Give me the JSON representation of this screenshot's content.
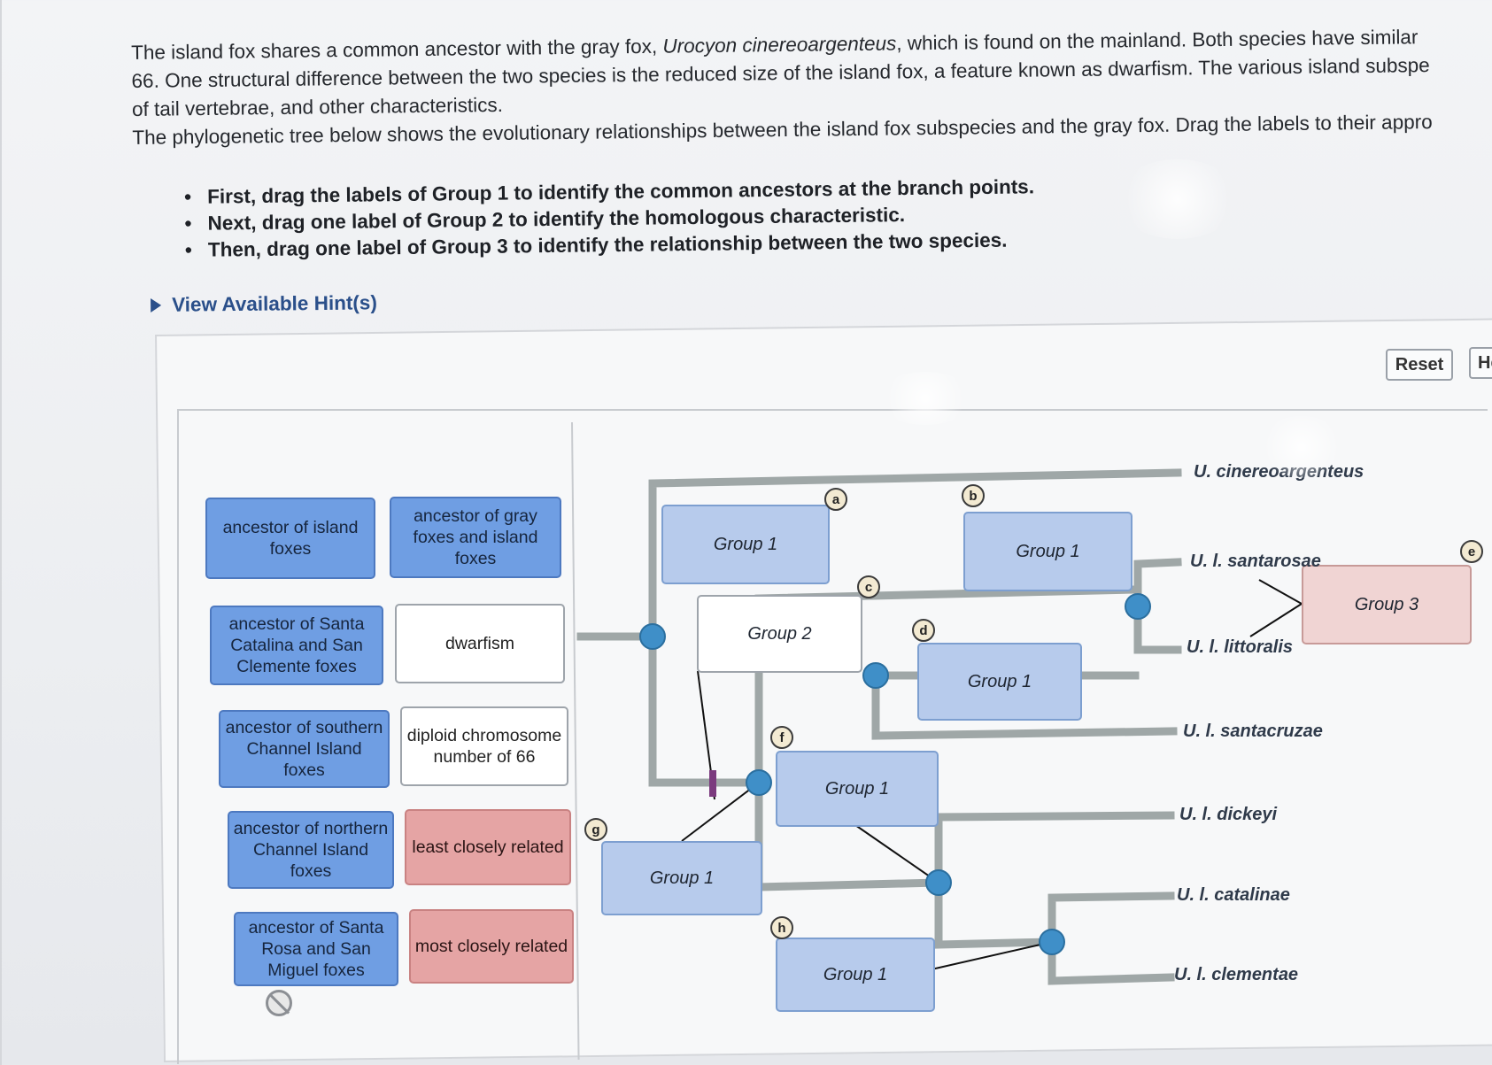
{
  "intro": {
    "line1_a": "The island fox shares a common ancestor with the gray fox, ",
    "line1_em": "Urocyon cinereoargenteus",
    "line1_b": ", which is found on the mainland. Both species have similar",
    "line2": "66. One structural difference between the two species is the reduced size of the island fox, a feature known as dwarfism. The various island subspe",
    "line3": "of tail vertebrae, and other characteristics.",
    "line4": "The phylogenetic tree below shows the evolutionary relationships between the island fox subspecies and the gray fox. Drag the labels to their appro"
  },
  "instructions": [
    "First, drag the labels of Group 1 to identify the common ancestors at the branch points.",
    "Next, drag one label of Group 2 to identify the homologous characteristic.",
    "Then, drag one label of Group 3 to identify the relationship between the two species."
  ],
  "hint_label": "View Available Hint(s)",
  "buttons": {
    "reset": "Reset",
    "help": "He"
  },
  "labels": {
    "ancestor_island": "ancestor of island foxes",
    "ancestor_gray_island": "ancestor of gray foxes and island foxes",
    "ancestor_catalina_clemente": "ancestor of Santa Catalina and San Clemente foxes",
    "dwarfism": "dwarfism",
    "ancestor_southern": "ancestor of southern Channel Island foxes",
    "diploid": "diploid chromosome number of 66",
    "ancestor_northern": "ancestor of northern Channel Island foxes",
    "least_related": "least closely related",
    "ancestor_rosa_miguel": "ancestor of Santa Rosa and San Miguel foxes",
    "most_related": "most closely related"
  },
  "targets": {
    "a": "Group 1",
    "b": "Group 1",
    "c": "Group 2",
    "d": "Group 1",
    "e": "Group 3",
    "f": "Group 1",
    "g": "Group 1",
    "h": "Group 1"
  },
  "badges": {
    "a": "a",
    "b": "b",
    "c": "c",
    "d": "d",
    "e": "e",
    "f": "f",
    "g": "g",
    "h": "h"
  },
  "species": [
    "U. cinereoargenteus",
    "U. l. santarosae",
    "U. l. littoralis",
    "U. l. santacruzae",
    "U. l. dickeyi",
    "U. l. catalinae",
    "U. l. clementae"
  ],
  "colors": {
    "branch": "#9fa7a7",
    "node": "#3f8fc8",
    "trait_mark": "#7b3a7e"
  }
}
